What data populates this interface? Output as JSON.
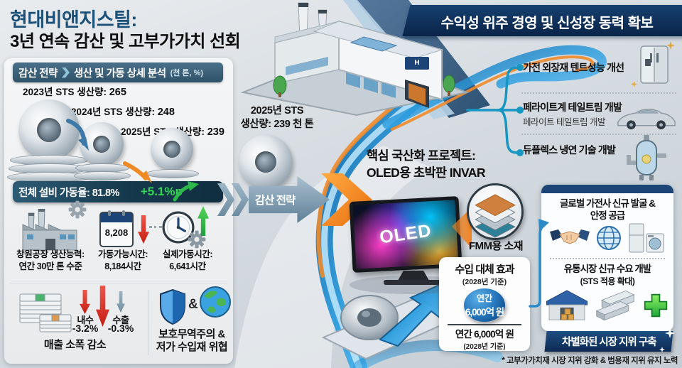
{
  "colors": {
    "navy": "#0d2a52",
    "title_blue": "#1b5078",
    "slate_header": "#2f5269",
    "teal_connector": "#1796c2",
    "green": "#2db84c",
    "red": "#d8291c",
    "orange": "#ef8323",
    "sphere_blue": "#0c4a86"
  },
  "header": {
    "title_line1": "현대비앤지스틸:",
    "title_line2": "3년 연속 감산 및 고부가가치 선회",
    "right_banner": "수익성 위주 경영 및 신성장 동력 확보",
    "building_sign": "H"
  },
  "left_panel": {
    "section_header": {
      "tag": "감산 전략",
      "title": "생산 및 가동 상세 분석",
      "unit": "(천 톤, %)"
    },
    "production": [
      {
        "label": "2023년 STS 생산량:",
        "value": "265"
      },
      {
        "label": "2024년 STS 생산량:",
        "value": "248"
      },
      {
        "label": "2025년 STS 생산량:",
        "value": "239"
      }
    ],
    "utilization": {
      "label": "전체 설비 가동율: 81.8%",
      "delta": "+5.1%p"
    },
    "calendar_value": "8,208",
    "stats": [
      {
        "line1": "창원공장 생산능력:",
        "line2": "연간 30만 톤 수준"
      },
      {
        "line1": "가동가능시간:",
        "line2": "8,184시간"
      },
      {
        "line1": "실제가동시간:",
        "line2": "6,641시간"
      }
    ],
    "sales": {
      "domestic_label": "내수",
      "domestic_value": "-3.2%",
      "export_label": "수출",
      "export_value": "-0.3%",
      "caption": "매출 소폭 감소"
    },
    "threat": {
      "amp": "&",
      "line1": "보호무역주의 &",
      "line2": "저가 수입재 위협"
    }
  },
  "center": {
    "sts2025_line1": "2025년 STS",
    "sts2025_line2": "생산량: 239 천 톤",
    "arrow_label": "감산 전략",
    "project_line1": "핵심 국산화 프로젝트:",
    "project_line2": "OLED용 초박판 INVAR",
    "oled": "OLED",
    "fmm_label": "FMM용 소재",
    "import_effect": {
      "title": "수입 대체 효과",
      "subtitle": "(2028년 기준)",
      "sphere_line1": "연간",
      "sphere_line2": "6,000억 원",
      "footer_line1": "연간 6,000억 원",
      "footer_line2": "(2028년 기준)"
    }
  },
  "right_panel": {
    "items": [
      {
        "label": "가전 외장재 텐트성능 개선",
        "sub": ""
      },
      {
        "label": "페라이트계 테일트림 개발",
        "sub": "페라이트 테일트림 개발"
      },
      {
        "label": "듀플렉스 냉연 기술 개발",
        "sub": ""
      }
    ],
    "card": {
      "block1_line1": "글로벌 가전사 신규 발굴 &",
      "block1_line2": "안정 공급",
      "block2_line1": "유통시장 신규 수요 개발",
      "block2_line2": "(STS 적용 확대)"
    },
    "banner": "차별화된 시장 지위 구축",
    "footnote": "* 고부가가치재 시장 지위 강화 & 범용재 지위 유지 노력"
  },
  "icons": {
    "left": [
      "steel-coil-icon",
      "factory-icon",
      "gear-icon",
      "calendar-icon",
      "clock-icon",
      "money-stack-icon",
      "shield-icon",
      "earth-icon"
    ],
    "center": [
      "factory-building-illustration",
      "steel-coil-icon",
      "oled-tv-icon",
      "layered-material-icon",
      "steel-roll-arrow-illustration"
    ],
    "right": [
      "refrigerator-icon",
      "car-icon",
      "tank-icon",
      "handshake-icon",
      "globe-icon",
      "appliances-icon",
      "warehouse-icon",
      "steel-bars-icon",
      "plus-icon",
      "sparkle-icon"
    ]
  }
}
